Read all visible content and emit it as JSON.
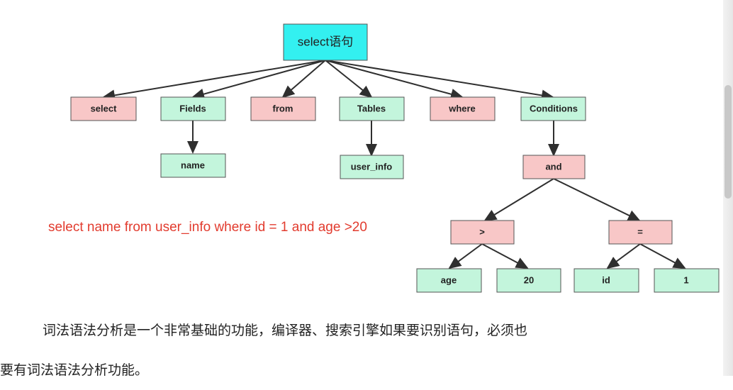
{
  "diagram": {
    "root": {
      "label": "select语句",
      "color": "#33f0f0"
    },
    "colors": {
      "keyword": "#f8c7c7",
      "field": "#c3f5dc",
      "root": "#33f0f0"
    },
    "nodes": {
      "select": "select",
      "fields": "Fields",
      "from": "from",
      "tables": "Tables",
      "where": "where",
      "conditions": "Conditions",
      "name": "name",
      "user_info": "user_info",
      "and": "and",
      "gt": ">",
      "eq": "=",
      "age": "age",
      "twenty": "20",
      "id": "id",
      "one": "1"
    },
    "sql": "select name from user_info where id = 1 and age >20"
  },
  "paragraph": {
    "line1": "词法语法分析是一个非常基础的功能，编译器、搜索引擎如果要识别语句，必须也",
    "line2": "要有词法语法分析功能。"
  }
}
